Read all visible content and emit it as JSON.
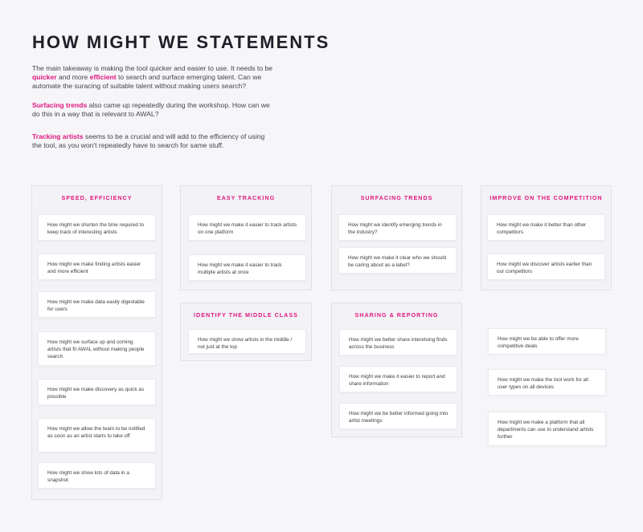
{
  "title": "HOW MIGHT WE STATEMENTS",
  "intro": {
    "p1_a": "The main takeaway is making the tool quicker and easier to use. It needs to be ",
    "p1_hl1": "quicker",
    "p1_b": " and more ",
    "p1_hl2": "efficient",
    "p1_c": " to search and surface emerging talent. Can we automate the suracing of suitable talent without making users search?",
    "p2_hl": "Surfacing trends",
    "p2_rest": " also came up repeatedly during the workshop. How can we do this in a way that is relevant to AWAL?",
    "p3_hl": "Tracking artists",
    "p3_rest": " seems to be a crucial and will add to the efficiency of using the tool, as you won't repeatedly have to search for same stuff."
  },
  "groups": {
    "speed": {
      "title": "SPEED, EFFICIENCY",
      "cards": [
        "How might we shorten the time required to keep track of interesting artists",
        "How might we make finding artists easier and more efficient",
        "How might we make data easily digestable for users",
        "How might we surface up and coming artists that fit AWAL without making people search",
        "How might we make discovery as quick as possible",
        "How might we allow the team to be notified as soon as an artist starts to take off",
        "How might we show lots of data in a snapshot"
      ]
    },
    "tracking": {
      "title": "EASY TRACKING",
      "cards": [
        "How might we make it easier to track artists on one platform",
        "How might we make it easier to track multiple artists at once"
      ]
    },
    "middle": {
      "title": "IDENTIFY THE MIDDLE CLASS",
      "cards": [
        "How might we show artists in the middle / not just at the top"
      ]
    },
    "trends": {
      "title": "SURFACING TRENDS",
      "cards": [
        "How might we identify emerging trends in the industry?",
        "How might we make it clear who we should be caring about as a label?"
      ]
    },
    "sharing": {
      "title": "SHARING & REPORTING",
      "cards": [
        "How might we better share interetsing finds across the business",
        "How might we make it easier to report and share information",
        "How might we be better informed going into artist meetings"
      ]
    },
    "competition": {
      "title": "IMPROVE ON THE COMPETITION",
      "cards": [
        "How might we make it better than other competitors",
        "How might we discover artists earlier than our competitors"
      ]
    },
    "loose": {
      "cards": [
        "How might we be able to offer more competitive deals",
        "How might we make the tool work for all user types on all devices",
        "How might we make a platform that all departments can use to understand artists further"
      ]
    }
  },
  "colors": {
    "accent": "#e0187f",
    "background": "#f6f5f8"
  }
}
